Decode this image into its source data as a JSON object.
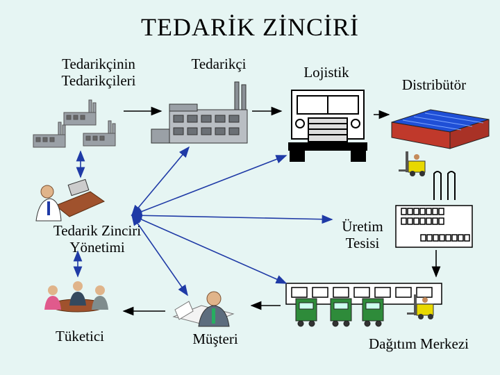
{
  "title": "TEDARİK ZİNCİRİ",
  "nodes": {
    "tier2_suppliers": "Tedarikçinin\nTedarikçileri",
    "supplier": "Tedarikçi",
    "logistics": "Lojistik",
    "distributor": "Distribütör",
    "scm": "Tedarik Zinciri\nYönetimi",
    "plant": "Üretim\nTesisi",
    "consumer": "Tüketici",
    "customer": "Müşteri",
    "distribution_center": "Dağıtım Merkezi"
  },
  "colors": {
    "background": "#e6f5f3",
    "arrow": "#000000",
    "scm_link": "#1f3aa6",
    "warehouse_roof": "#1f4fd6",
    "warehouse_wall": "#c0392b",
    "forklift": "#e8d800",
    "truck_cab": "#2e8b3a"
  },
  "icons": [
    "factory-icon",
    "truck-front-icon",
    "warehouse-icon",
    "forklift-icon",
    "manager-icon",
    "meeting-icon",
    "customer-icon",
    "loading-dock-icon",
    "delivery-truck-icon"
  ]
}
